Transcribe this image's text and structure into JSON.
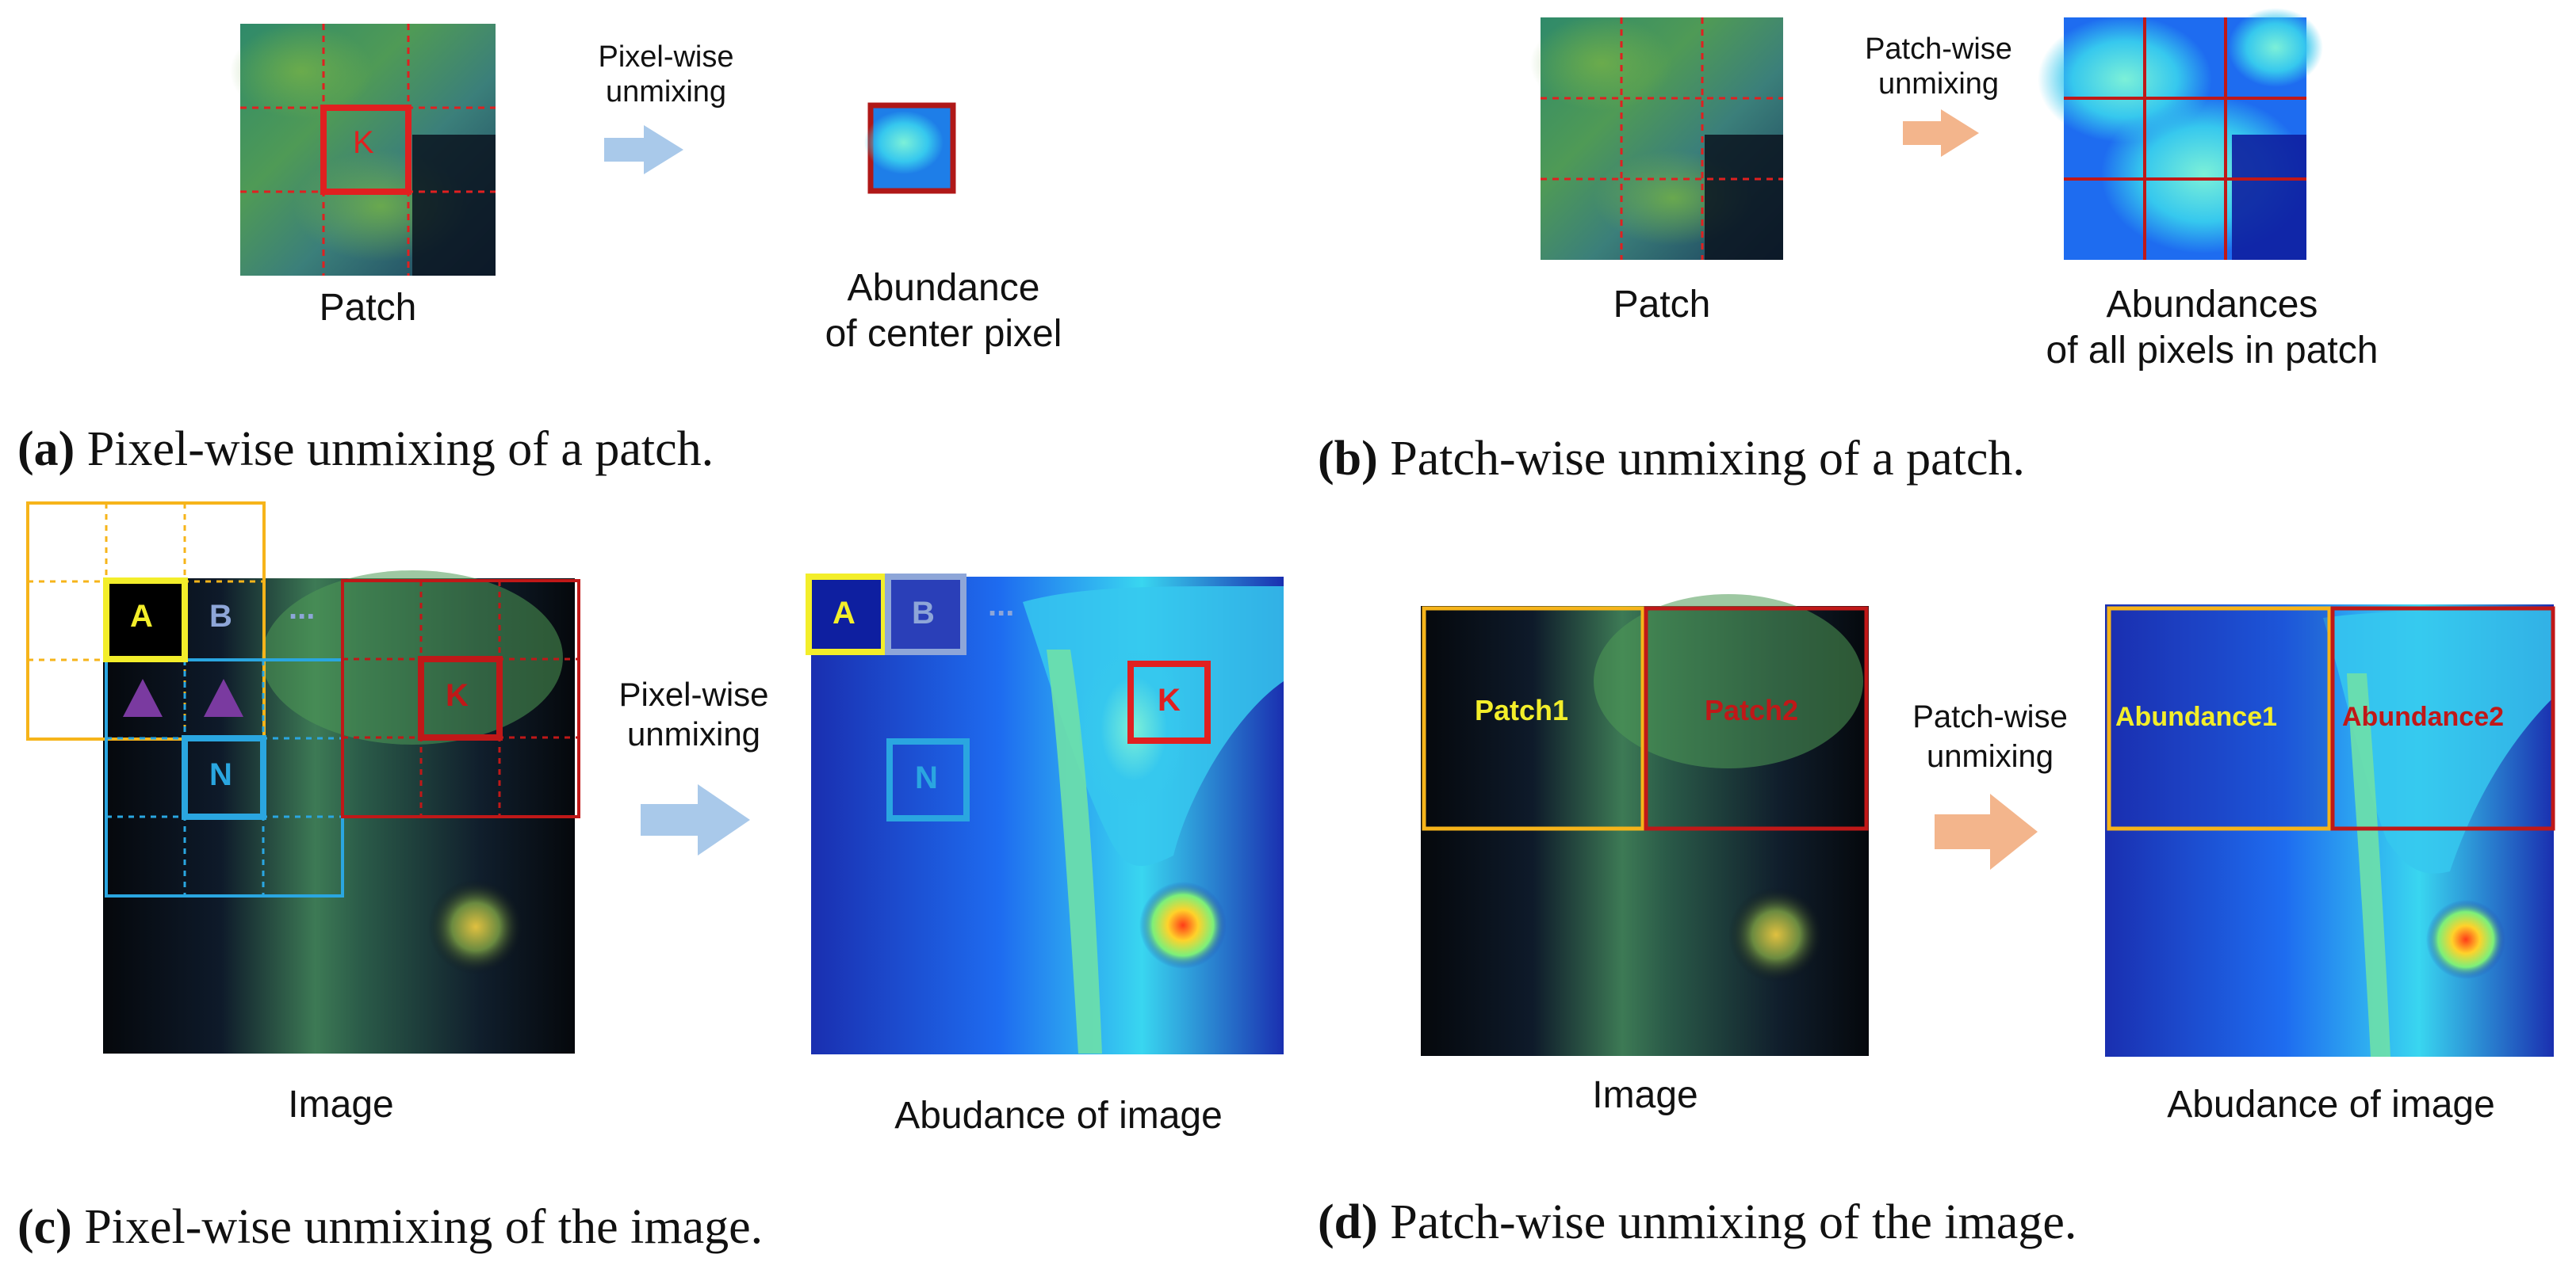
{
  "panel_a": {
    "patch_label": "Patch",
    "arrow_label": "Pixel-wise\nunmixing",
    "result_label": "Abundance\nof center pixel",
    "marker": "K",
    "caption_tag": "(a)",
    "caption_text": "Pixel-wise unmixing of a patch."
  },
  "panel_b": {
    "patch_label": "Patch",
    "arrow_label": "Patch-wise\nunmixing",
    "result_label": "Abundances\nof all pixels in patch",
    "caption_tag": "(b)",
    "caption_text": "Patch-wise unmixing of a patch."
  },
  "panel_c": {
    "image_label": "Image",
    "arrow_label": "Pixel-wise\nunmixing",
    "result_label": "Abudance of image",
    "markers": {
      "a": "A",
      "b": "B",
      "n": "N",
      "k": "K",
      "dots": "..."
    },
    "caption_tag": "(c)",
    "caption_text": "Pixel-wise unmixing of the image."
  },
  "panel_d": {
    "image_label": "Image",
    "arrow_label": "Patch-wise\nunmixing",
    "result_label": "Abudance of image",
    "patch1": "Patch1",
    "patch2": "Patch2",
    "abundance1": "Abundance1",
    "abundance2": "Abundance2",
    "caption_tag": "(d)",
    "caption_text": "Patch-wise unmixing of the image."
  },
  "colors": {
    "red": "#e02020",
    "dark_red": "#c01818",
    "yellow_frame": "#f6b41a",
    "blue_frame": "#2aa6e0",
    "arrow_blue": "#a9c9ea",
    "arrow_orange": "#f3b58c",
    "yellow_text": "#f3ee2a",
    "violet": "#7a3aa0"
  }
}
